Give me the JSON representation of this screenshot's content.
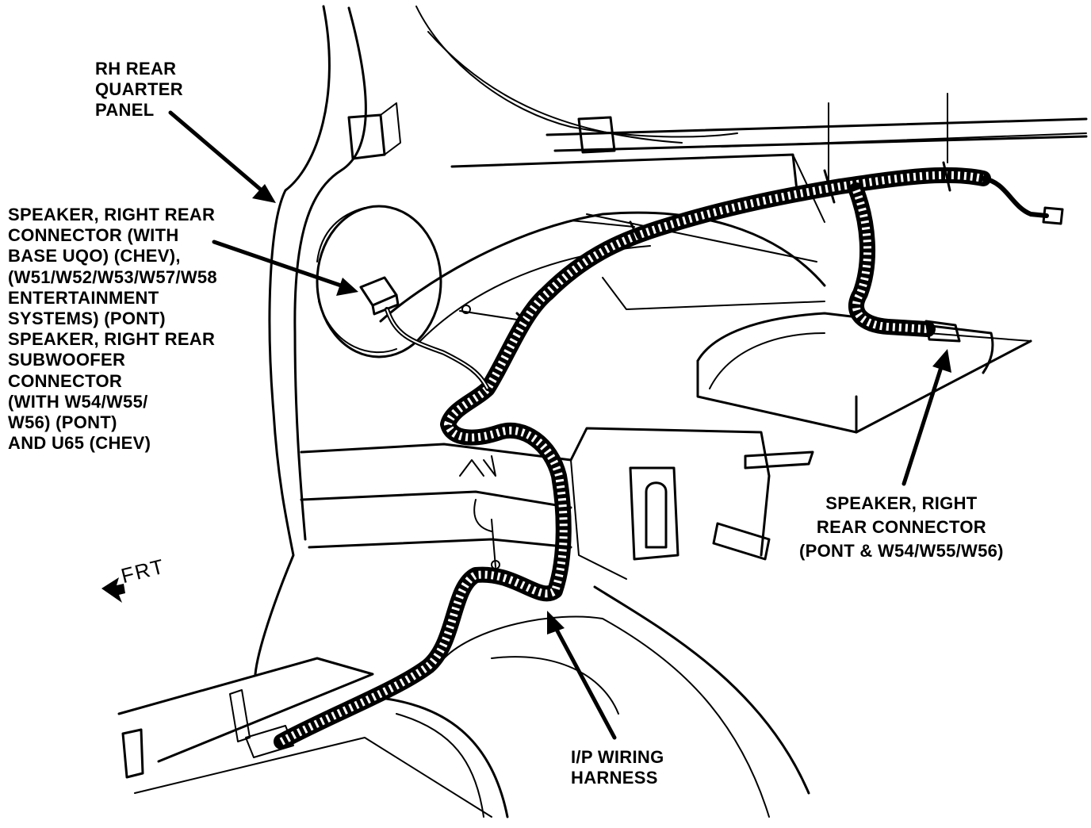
{
  "diagram": {
    "labels": {
      "quarter_panel": [
        "RH REAR",
        "QUARTER",
        "PANEL"
      ],
      "speaker_left": [
        "SPEAKER, RIGHT REAR",
        "CONNECTOR (WITH",
        "BASE UQO) (CHEV),",
        "(W51/W52/W53/W57/W58",
        "ENTERTAINMENT",
        "SYSTEMS) (PONT)",
        "SPEAKER, RIGHT REAR",
        "SUBWOOFER",
        "CONNECTOR",
        "(WITH W54/W55/",
        "W56) (PONT)",
        "AND U65 (CHEV)"
      ],
      "speaker_right": [
        "SPEAKER, RIGHT",
        "REAR CONNECTOR",
        "(PONT & W54/W55/W56)"
      ],
      "harness": [
        "I/P WIRING",
        "HARNESS"
      ],
      "front": "FRT"
    },
    "icons": {
      "front_arrow": "left-arrow-icon"
    }
  }
}
